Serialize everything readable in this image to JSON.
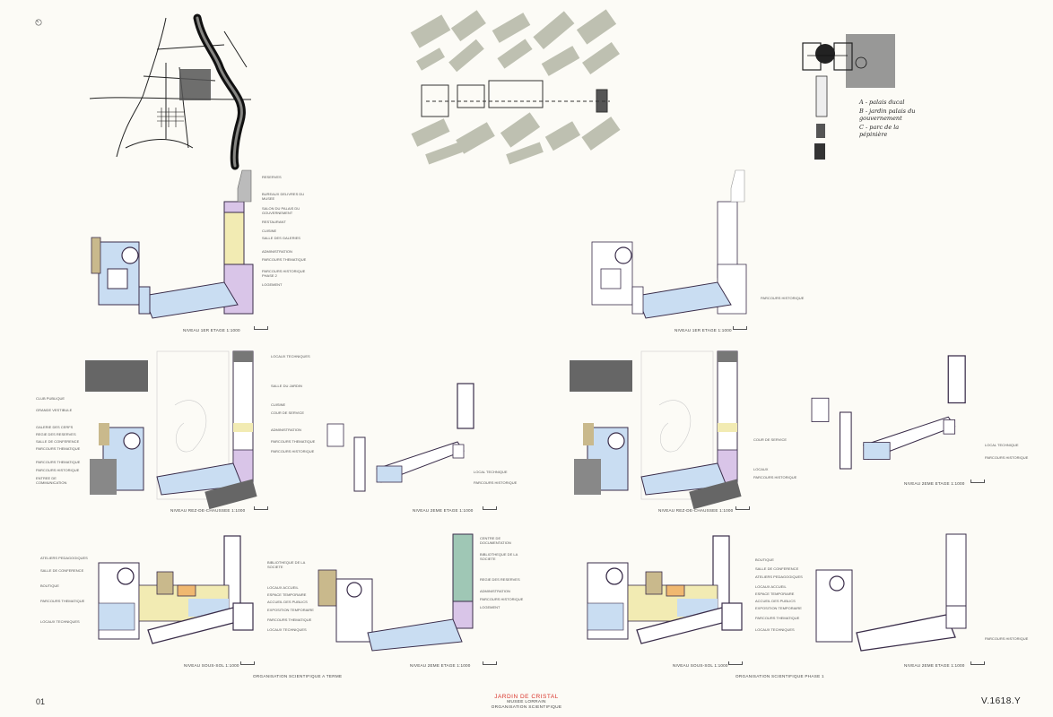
{
  "page_number": "01",
  "drawing_code": "V.1618.Y",
  "title": {
    "project": "JARDIN DE CRISTAL",
    "museum": "MUSEE LORRAIN",
    "subject": "ORGANISATION SCIENTIFIQUE"
  },
  "colors": {
    "accent_red": "#d9342b",
    "plan_blue": "#c9ddf2",
    "plan_purple": "#d9c5e8",
    "plan_yellow": "#f2ebb3",
    "plan_orange": "#f0b870",
    "plan_green": "#9fc7b5",
    "plan_tan": "#c9b98c",
    "plan_gray": "#777777",
    "wall_dark": "#3a2d4a"
  },
  "sketches": {
    "sketch3_notes": [
      "A - palais ducal",
      "B - jardin palais du gouvernement",
      "C - parc de la pépinière"
    ]
  },
  "left_column": {
    "level1": {
      "caption": "NIVEAU 1ER ETAGE 1:1000",
      "labels": [
        "RESERVES",
        "BUREAUX DELIVRES DU MUSEE",
        "SALON DU PALAIS DU GOUVERNEMENT",
        "RESTAURANT",
        "CUISINE",
        "SALLE DES GALERIES",
        "ADMINISTRATION",
        "PARCOURS THEMATIQUE",
        "PARCOURS HISTORIQUE PHASE 2",
        "LOGEMENT"
      ]
    },
    "rdc": {
      "caption": "NIVEAU REZ-DE-CHAUSSEE 1:1000",
      "labels_left": [
        "CLUB PUBLIQUE",
        "GRANDE VESTIBULE",
        "GALERIE DES CERFS",
        "REGIE DES RESERVES",
        "SALLE DE CONFERENCE",
        "PARCOURS THEMATIQUE",
        "PARCOURS THEMATIQUE",
        "PARCOURS HISTORIQUE",
        "ENTREE DE COMMUNICATION"
      ],
      "labels_right": [
        "LOCAUX TECHNIQUES",
        "SALLE DU JARDIN",
        "CUISINE",
        "COUR DE SERVICE",
        "ADMINISTRATION",
        "PARCOURS THEMATIQUE",
        "PARCOURS HISTORIQUE"
      ]
    },
    "level2": {
      "caption": "NIVEAU 2EME ETAGE 1:1000",
      "labels": [
        "LOCAL TECHNIQUE",
        "PARCOURS HISTORIQUE"
      ]
    },
    "sous_sol": {
      "caption": "NIVEAU SOUS-SOL 1:1000",
      "labels_left": [
        "ATELIERS PEDAGOGIQUES",
        "SALLE DE CONFERENCE",
        "BOUTIQUE",
        "PARCOURS THEMATIQUE",
        "LOCAUX TECHNIQUES"
      ],
      "labels_right": [
        "BIBLIOTHEQUE DE LA SOCIETE",
        "LOCAUX ACCUEIL",
        "ESPACE TEMPORAIRE",
        "ACCUEIL DES PUBLICS",
        "EXPOSITION TEMPORAIRE",
        "PARCOURS THEMATIQUE",
        "LOCAUX TECHNIQUES"
      ]
    },
    "level2b": {
      "caption": "NIVEAU 2EME ETAGE 1:1000",
      "labels": [
        "CENTRE DE DOCUMENTATION",
        "BIBLIOTHEQUE DE LA SOCIETE",
        "REGIE DES RESERVES",
        "ADMINISTRATION",
        "PARCOURS HISTORIQUE",
        "LOGEMENT"
      ]
    },
    "section_caption": "ORGANISATION SCIENTIFIQUE A TERME"
  },
  "right_column": {
    "level1": {
      "caption": "NIVEAU 1ER ETAGE 1:1000",
      "labels": [
        "PARCOURS HISTORIQUE"
      ]
    },
    "rdc": {
      "caption": "NIVEAU REZ-DE-CHAUSSEE 1:1000",
      "labels": [
        "COUR DE SERVICE",
        "LOCAUX",
        "PARCOURS HISTORIQUE"
      ]
    },
    "level2": {
      "caption": "NIVEAU 2EME ETAGE 1:1000",
      "labels": [
        "LOCAL TECHNIQUE",
        "PARCOURS HISTORIQUE"
      ]
    },
    "sous_sol": {
      "caption": "NIVEAU SOUS-SOL 1:1000",
      "labels": [
        "BOUTIQUE",
        "SALLE DE CONFERENCE",
        "ATELIERS PEDAGOGIQUES",
        "LOCAUX ACCUEIL",
        "ESPACE TEMPORAIRE",
        "ACCUEIL DES PUBLICS",
        "EXPOSITION TEMPORAIRE",
        "PARCOURS THEMATIQUE",
        "LOCAUX TECHNIQUES"
      ]
    },
    "level2b": {
      "caption": "NIVEAU 2EME ETAGE 1:1000",
      "labels": [
        "PARCOURS HISTORIQUE"
      ]
    },
    "section_caption": "ORGANISATION SCIENTIFIQUE PHASE 1"
  }
}
